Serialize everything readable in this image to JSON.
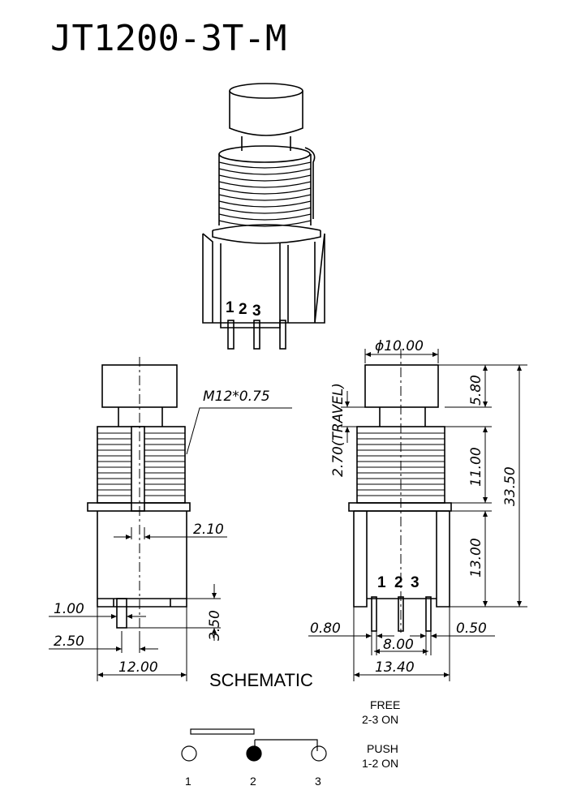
{
  "title": "JT1200-3T-M",
  "iso_view": {
    "pin_labels": [
      "1",
      "2",
      "3"
    ]
  },
  "side_view": {
    "thread_label": "M12*0.75",
    "dims": {
      "d210": "2.10",
      "d100": "1.00",
      "d350": "3.50",
      "d250": "2.50",
      "d1200": "12.00"
    }
  },
  "front_view": {
    "pin_labels": [
      "1",
      "2",
      "3"
    ],
    "dims": {
      "dia": "ϕ10.00",
      "d580": "5.80",
      "travel": "2.70(TRAVEL)",
      "d1100": "11.00",
      "d3350": "33.50",
      "d1300": "13.00",
      "d080": "0.80",
      "d050": "0.50",
      "d800": "8.00",
      "d1340": "13.40"
    }
  },
  "schematic": {
    "heading": "SCHEMATIC",
    "free_label": "FREE",
    "free_state": "2-3 ON",
    "push_label": "PUSH",
    "push_state": "1-2 ON",
    "terminals": [
      "1",
      "2",
      "3"
    ]
  }
}
